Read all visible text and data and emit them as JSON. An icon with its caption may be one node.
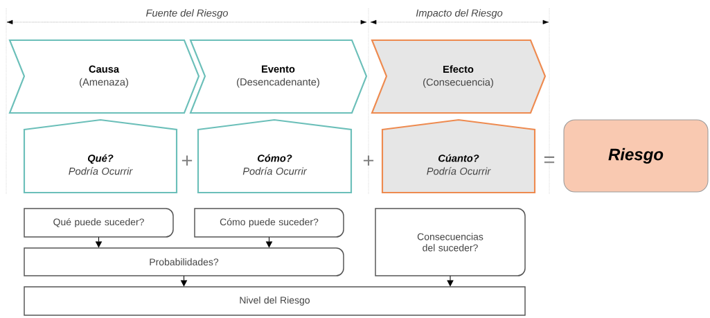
{
  "diagram": {
    "nodes": [
      {
        "text": [
          "Causa",
          "(Amenaza)"
        ]
      },
      {
        "text": [
          "Evento",
          "(Desencadenante)"
        ]
      },
      {
        "text": [
          "Efecto",
          "(Consecuencia)"
        ]
      },
      {
        "text": [
          "Qué?",
          "Podría Ocurrir"
        ]
      },
      {
        "text": [
          "Cómo?",
          "Podría Ocurrir"
        ]
      },
      {
        "text": [
          "Cúanto?",
          "Podría Ocurrir"
        ]
      },
      {
        "text": [
          "Riesgo"
        ]
      },
      {
        "text": [
          "Qué puede suceder?"
        ]
      },
      {
        "text": [
          "Cómo puede suceder?"
        ]
      },
      {
        "text": [
          "Consecuencias del suceder?"
        ]
      },
      {
        "text": [
          "Probabilidades?"
        ]
      },
      {
        "text": [
          "Nivel del Riesgo"
        ]
      }
    ],
    "edges": [
      {
        "from": 7,
        "to": 10,
        "arrow": "to"
      },
      {
        "from": 8,
        "to": 10,
        "arrow": "to"
      },
      {
        "from": 10,
        "to": 11,
        "arrow": "to"
      },
      {
        "from": 9,
        "to": 11,
        "arrow": "to"
      }
    ],
    "labels": [
      "Fuente del Riesgo",
      "Impacto del Riesgo",
      "+",
      "+",
      "="
    ]
  }
}
